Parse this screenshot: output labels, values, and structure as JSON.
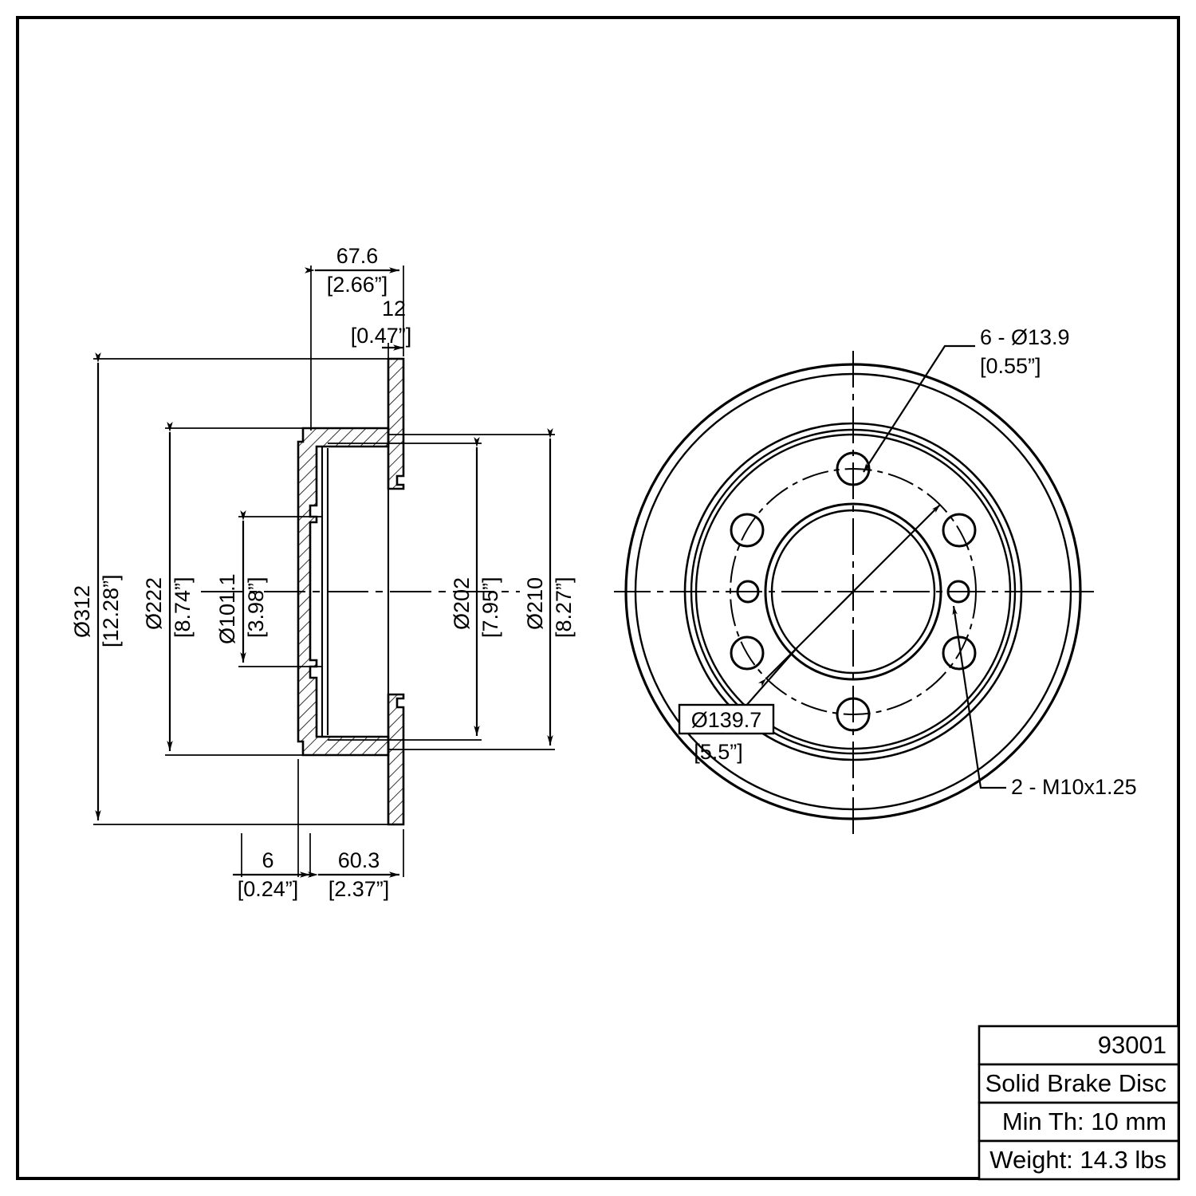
{
  "drawing": {
    "type": "engineering-drawing",
    "subject": "Solid Brake Disc",
    "units_note": "mm [inch]",
    "views": {
      "left": "cross-section-side-view",
      "right": "front-face-view"
    }
  },
  "dimensions": {
    "overall_diameter": {
      "metric": "Ø312",
      "imperial": "[12.28”]"
    },
    "hat_outer_diameter": {
      "metric": "Ø222",
      "imperial": "[8.74”]"
    },
    "center_bore": {
      "metric": "Ø101.1",
      "imperial": "[3.98”]"
    },
    "inner_ring_diameter": {
      "metric": "Ø202",
      "imperial": "[7.95”]"
    },
    "friction_inner_diameter": {
      "metric": "Ø210",
      "imperial": "[8.27”]"
    },
    "overall_height": {
      "metric": "67.6",
      "imperial": "[2.66”]"
    },
    "disc_thickness": {
      "metric": "12",
      "imperial": "[0.47”]"
    },
    "hat_flange_thickness": {
      "metric": "6",
      "imperial": "[0.24”]"
    },
    "hat_depth": {
      "metric": "60.3",
      "imperial": "[2.37”]"
    }
  },
  "callouts": {
    "lug_holes": {
      "line1": "6 - Ø13.9",
      "line2": "[0.55”]"
    },
    "bolt_circle": {
      "boxed": "Ø139.7",
      "line2": "[5.5”]"
    },
    "threaded_holes": {
      "line1": "2 - M10x1.25"
    }
  },
  "title_block": {
    "part_number": "93001",
    "description": "Solid Brake Disc",
    "min_thickness": "Min Th: 10 mm",
    "weight": "Weight: 14.3 lbs"
  },
  "colors": {
    "line": "#000000",
    "background": "#ffffff"
  }
}
